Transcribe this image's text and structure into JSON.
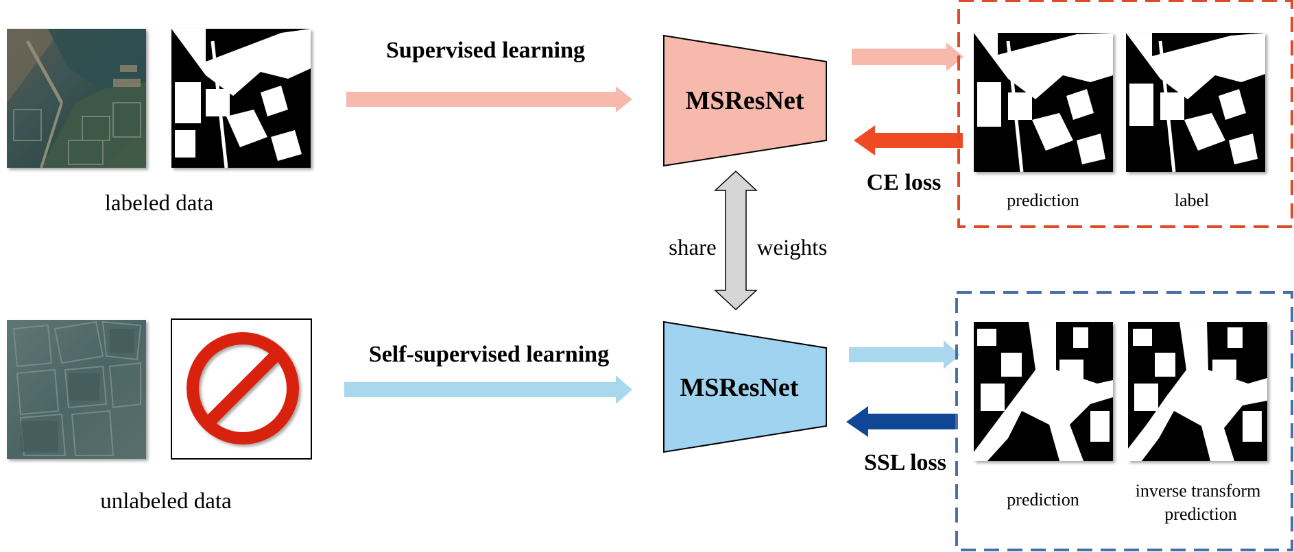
{
  "colors": {
    "supervised_arrow": "#f6b9ac",
    "ce_arrow": "#ef4a23",
    "ssl_input_arrow": "#a9d7ee",
    "ssl_loss_arrow": "#0f4796",
    "net_top_fill": "#f6b9ac",
    "net_bottom_fill": "#9fd3ef",
    "box_top_border": "#e04a27",
    "box_bottom_border": "#4a6fa8",
    "share_arrow_fill": "#d6d6d6",
    "no_symbol": "#d8200e"
  },
  "top_branch": {
    "data_caption": "labeled data",
    "learning_label": "Supervised learning",
    "network_label": "MSResNet",
    "loss_label": "CE loss",
    "output_captions": [
      "prediction",
      "label"
    ]
  },
  "share": {
    "left_word": "share",
    "right_word": "weights"
  },
  "bottom_branch": {
    "data_caption": "unlabeled data",
    "learning_label": "Self-supervised learning",
    "network_label": "MSResNet",
    "loss_label": "SSL loss",
    "output_captions": [
      "prediction",
      "inverse transform",
      "prediction"
    ]
  },
  "icons": {
    "aerial_labeled": "aerial-photo-icon",
    "mask_labeled": "segmentation-mask-icon",
    "aerial_unlabeled": "aerial-photo-icon",
    "no_label": "prohibited-icon"
  }
}
